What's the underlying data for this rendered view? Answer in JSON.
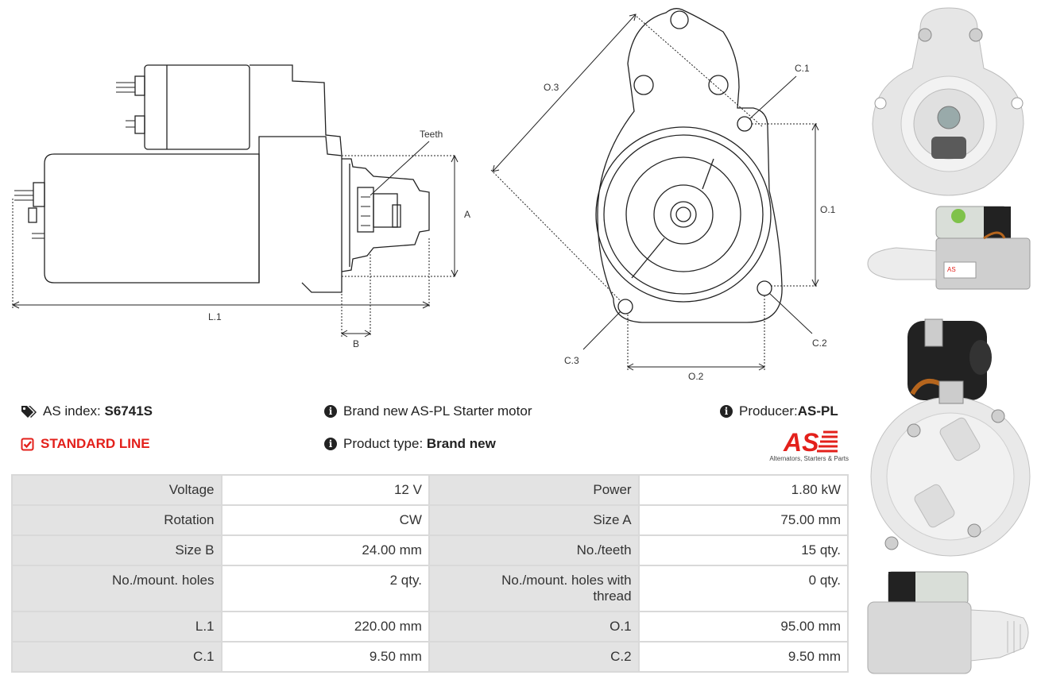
{
  "drawing": {
    "labels": {
      "teeth": "Teeth",
      "a": "A",
      "b": "B",
      "l1": "L.1",
      "o3": "O.3",
      "c1": "C.1",
      "o1": "O.1",
      "c2": "C.2",
      "c3": "C.3",
      "o2": "O.2"
    }
  },
  "info": {
    "as_index_label": "AS index:",
    "as_index_value": "S6741S",
    "standard_line": "STANDARD LINE",
    "description": "Brand new AS-PL Starter motor",
    "product_type_label": "Product type:",
    "product_type_value": "Brand new",
    "producer_label": "Producer:",
    "producer_value": "AS-PL"
  },
  "logo": {
    "text": "AS",
    "tagline": "Alternators, Starters & Parts",
    "color": "#e3201b"
  },
  "specs": [
    {
      "k1": "Voltage",
      "v1": "12 V",
      "k2": "Power",
      "v2": "1.80 kW"
    },
    {
      "k1": "Rotation",
      "v1": "CW",
      "k2": "Size A",
      "v2": "75.00 mm"
    },
    {
      "k1": "Size B",
      "v1": "24.00 mm",
      "k2": "No./teeth",
      "v2": "15 qty."
    },
    {
      "k1": "No./mount. holes",
      "v1": "2 qty.",
      "k2": "No./mount. holes with thread",
      "v2": "0 qty."
    },
    {
      "k1": "L.1",
      "v1": "220.00 mm",
      "k2": "O.1",
      "v2": "95.00 mm"
    },
    {
      "k1": "C.1",
      "v1": "9.50 mm",
      "k2": "C.2",
      "v2": "9.50 mm"
    }
  ],
  "icons": {
    "tag": "tags-icon",
    "check": "check-square-icon",
    "info": "info-circle-icon"
  }
}
